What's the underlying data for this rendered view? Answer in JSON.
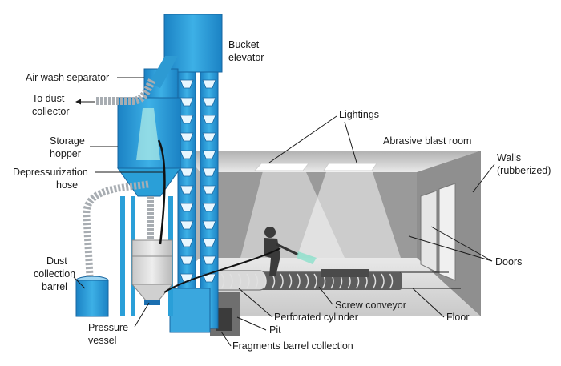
{
  "labels": {
    "bucket_elevator": [
      "Bucket",
      "elevator"
    ],
    "air_wash_separator": "Air wash separator",
    "to_dust_collector": [
      "To dust",
      "collector"
    ],
    "storage_hopper": [
      "Storage",
      "hopper"
    ],
    "depressurization_hose": [
      "Depressurization",
      "hose"
    ],
    "dust_collection_barrel": [
      "Dust",
      "collection",
      "barrel"
    ],
    "pressure_vessel": [
      "Pressure",
      "vessel"
    ],
    "lightings": "Lightings",
    "abrasive_blast_room": "Abrasive blast room",
    "walls": [
      "Walls",
      "(rubberized)"
    ],
    "doors": "Doors",
    "screw_conveyor": "Screw conveyor",
    "floor": "Floor",
    "perforated_cylinder": "Perforated cylinder",
    "pit": "Pit",
    "fragments_barrel_collection": "Fragments barrel collection"
  },
  "colors": {
    "equipment_blue": "#2a9fd8",
    "equipment_dark": "#1778b4",
    "hose_gray": "#9aa0a6",
    "room_wall": "#8e8e8e",
    "room_floor": "#d6d6d6",
    "light_beam": "#f3f3f3"
  }
}
